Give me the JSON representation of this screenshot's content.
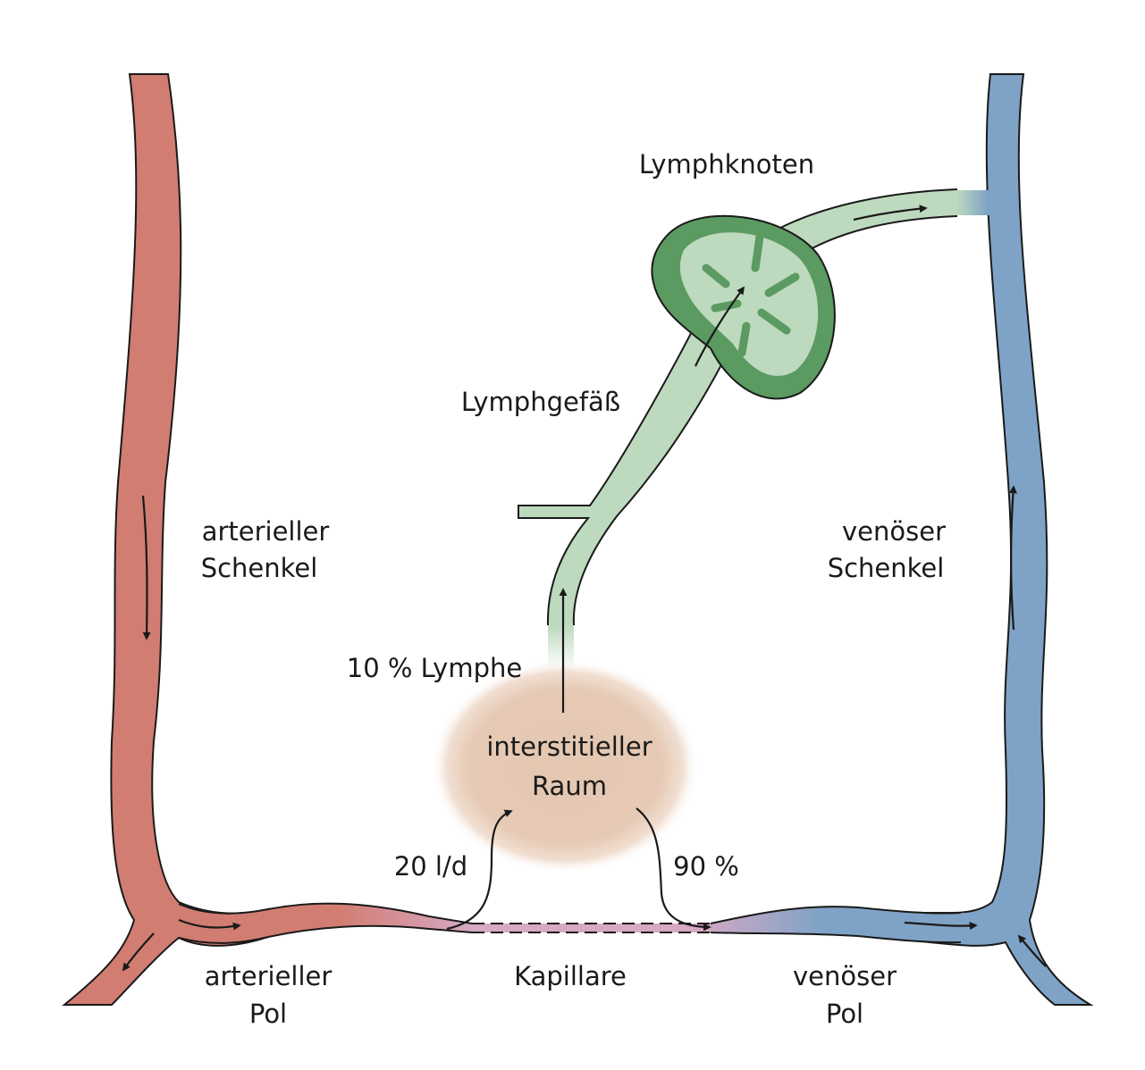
{
  "labels": {
    "lymph_node": "Lymphknoten",
    "lymph_vessel": "Lymphgefäß",
    "arterial_limb": [
      "arterieller",
      "Schenkel"
    ],
    "venous_limb": [
      "venöser",
      "Schenkel"
    ],
    "lymph_fraction": "10 % Lymphe",
    "interstitial_space": [
      "interstitieller",
      "Raum"
    ],
    "filtration_volume": "20 l/d",
    "reabsorption_fraction": "90 %",
    "arterial_pole": [
      "arterieller",
      "Pol"
    ],
    "capillary": "Kapillare",
    "venous_pole": [
      "venöser",
      "Pol"
    ]
  },
  "colors": {
    "artery": "#d27d72",
    "vein": "#7ea3c6",
    "capillary_mid": "#d8a8c4",
    "lymph_vessel": "#bdd9be",
    "lymph_node_outer": "#5b9a61",
    "lymph_node_inner": "#bdd9be",
    "interstitium": "#e8cbb6",
    "stroke": "#1a1a1a"
  }
}
